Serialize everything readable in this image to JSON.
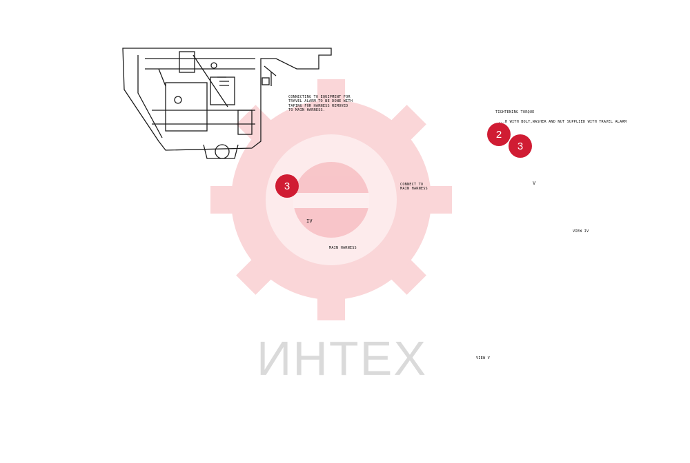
{
  "notes": {
    "travel_alarm": "CONNECTING TO EQUIPMENT FOR\nTRAVEL ALARM TO BE DONE WITH\nTAPING FOR HARNESS REMOVED\nTO MAIN HARNESS.",
    "main_harness": "MAIN HARNESS",
    "connect_to": "CONNECT TO\nMAIN HARNESS",
    "tightening": "TIGHTENING TORQUE",
    "bolt_note": "...H WITH BOLT,WASHER AND NUT SUPPLIED WITH TRAVEL ALARM",
    "arrow_iv": "IV",
    "arrow_v": "V",
    "view_v": "VIEW V",
    "view_iv": "VIEW IV"
  },
  "callouts": {
    "c1": "3",
    "c2": "2",
    "c3": "3"
  },
  "colors": {
    "callout": "#d01c33",
    "watermark": "#e4202f",
    "line": "#1a1a1a"
  },
  "watermark": {
    "text": "ИНТЕХ"
  }
}
